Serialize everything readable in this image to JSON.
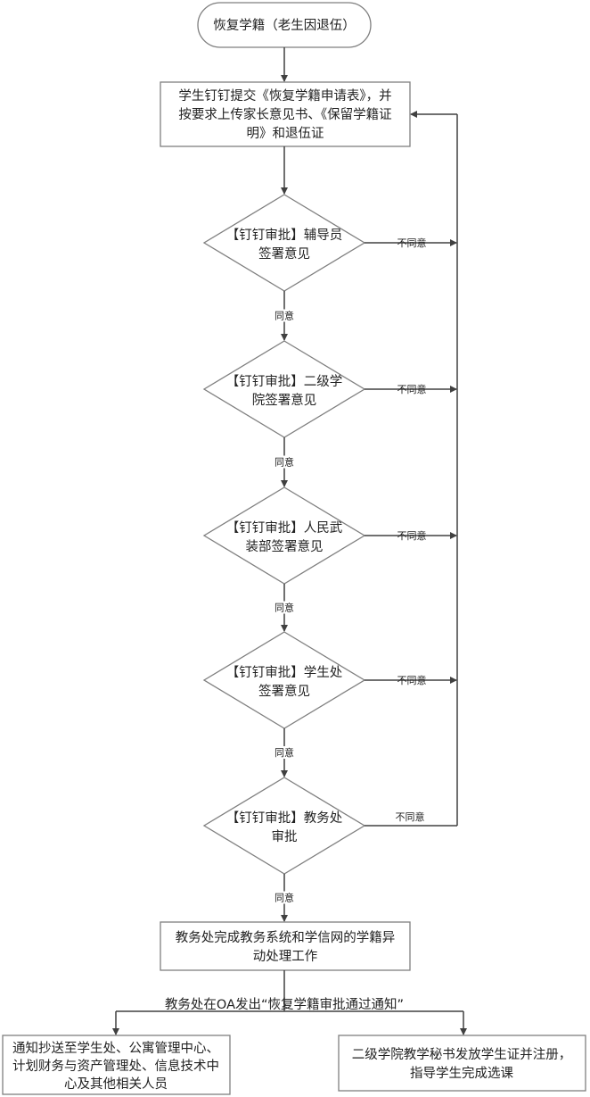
{
  "start": "恢复学籍（老生因退伍）",
  "submit": [
    "学生钉钉提交《恢复学籍申请表》，并",
    "按要求上传家长意见书、《保留学籍证",
    "明》和退伍证"
  ],
  "decisions": [
    [
      "【钉钉审批】辅导员",
      "签署意见"
    ],
    [
      "【钉钉审批】二级学",
      "院签署意见"
    ],
    [
      "【钉钉审批】人民武",
      "装部签署意见"
    ],
    [
      "【钉钉审批】学生处",
      "签署意见"
    ],
    [
      "【钉钉审批】教务处",
      "审批"
    ]
  ],
  "agree": "同意",
  "disagree": "不同意",
  "process": [
    "教务处完成教务系统和学信网的学籍异",
    "动处理工作"
  ],
  "notice": "教务处在OA发出“恢复学籍审批通过通知”",
  "left_box": [
    "通知抄送至学生处、公寓管理中心、",
    "计划财务与资产管理处、信息技术中",
    "心及其他相关人员"
  ],
  "right_box": [
    "二级学院教学秘书发放学生证并注册，",
    "指导学生完成选课"
  ]
}
